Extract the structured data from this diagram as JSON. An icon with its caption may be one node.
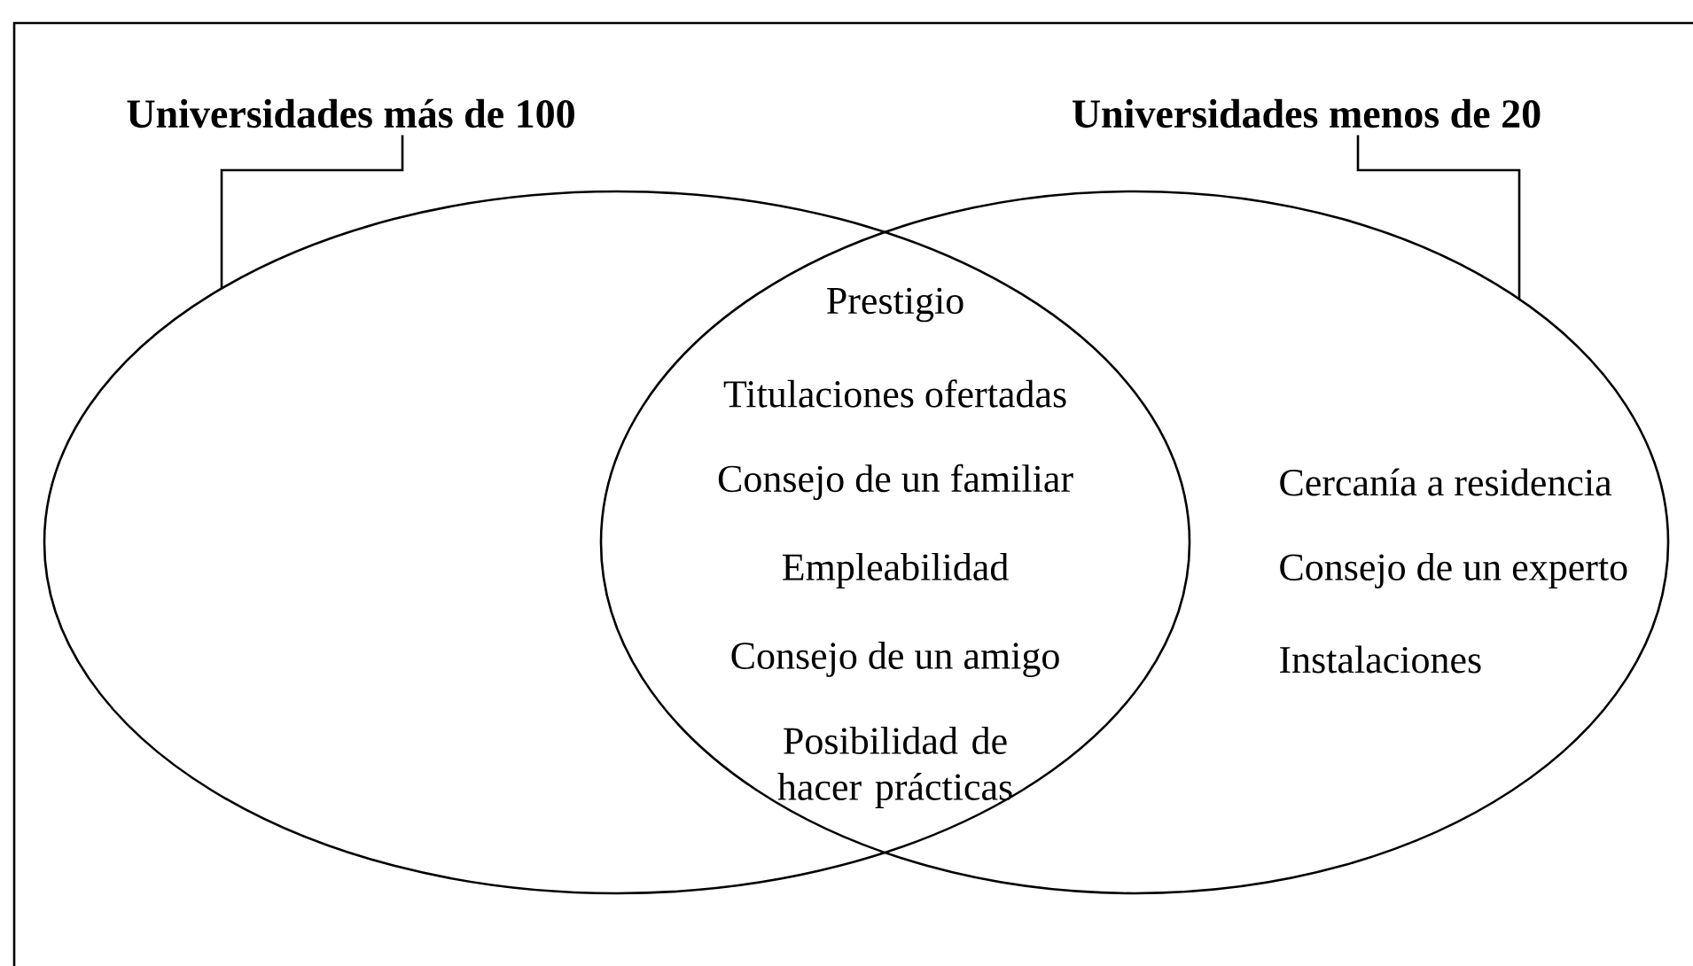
{
  "diagram": {
    "nodes": [
      {
        "text": [
          "Universidades más de 100"
        ]
      },
      {
        "text": [
          "Universidades menos de 20"
        ]
      },
      {
        "text": [],
        "shape": "ellipse"
      },
      {
        "text": [],
        "shape": "ellipse"
      }
    ],
    "edges": [
      {
        "from": 0,
        "to": 2,
        "arrow": "none"
      },
      {
        "from": 1,
        "to": 3,
        "arrow": "none"
      }
    ],
    "labels": [
      "Prestigio",
      "Titulaciones ofertadas",
      "Consejo de un familiar",
      "Cercanía a residencia",
      "Empleabilidad",
      "Consejo de un experto",
      "Consejo de un amigo",
      "Instalaciones",
      "Posibilidad de hacer prácticas"
    ]
  }
}
